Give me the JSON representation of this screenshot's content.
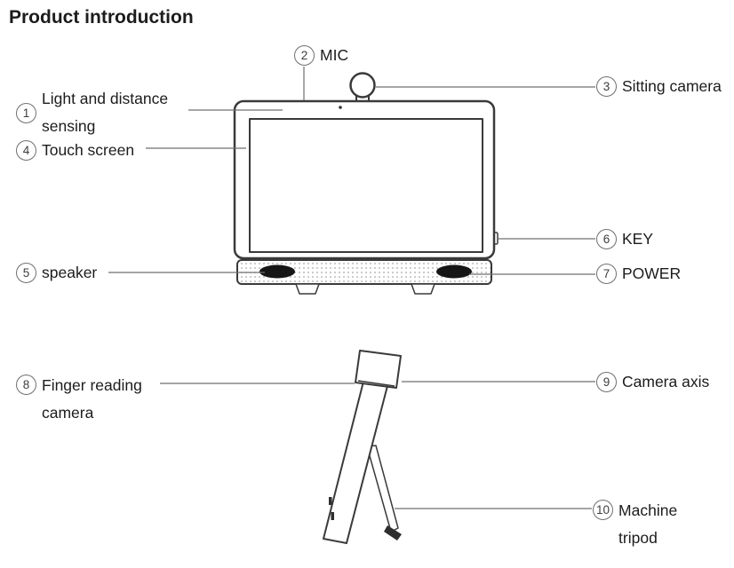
{
  "title": "Product introduction",
  "callouts": {
    "light_sensing": {
      "num": "1",
      "line1": "Light and distance",
      "line2": "sensing"
    },
    "mic": {
      "num": "2",
      "label": "MIC"
    },
    "sitting_camera": {
      "num": "3",
      "label": "Sitting camera"
    },
    "touch_screen": {
      "num": "4",
      "label": "Touch screen"
    },
    "speaker": {
      "num": "5",
      "label": "speaker"
    },
    "key": {
      "num": "6",
      "label": "KEY"
    },
    "power": {
      "num": "7",
      "label": "POWER"
    },
    "finger_camera": {
      "num": "8",
      "line1": "Finger reading",
      "line2": "camera"
    },
    "camera_axis": {
      "num": "9",
      "label": "Camera axis"
    },
    "machine_tripod": {
      "num": "10",
      "line1": "Machine",
      "line2": "tripod"
    }
  },
  "colors": {
    "text": "#1c1c1c",
    "line": "#6f6f6f",
    "device_stroke": "#3a3a3a"
  }
}
